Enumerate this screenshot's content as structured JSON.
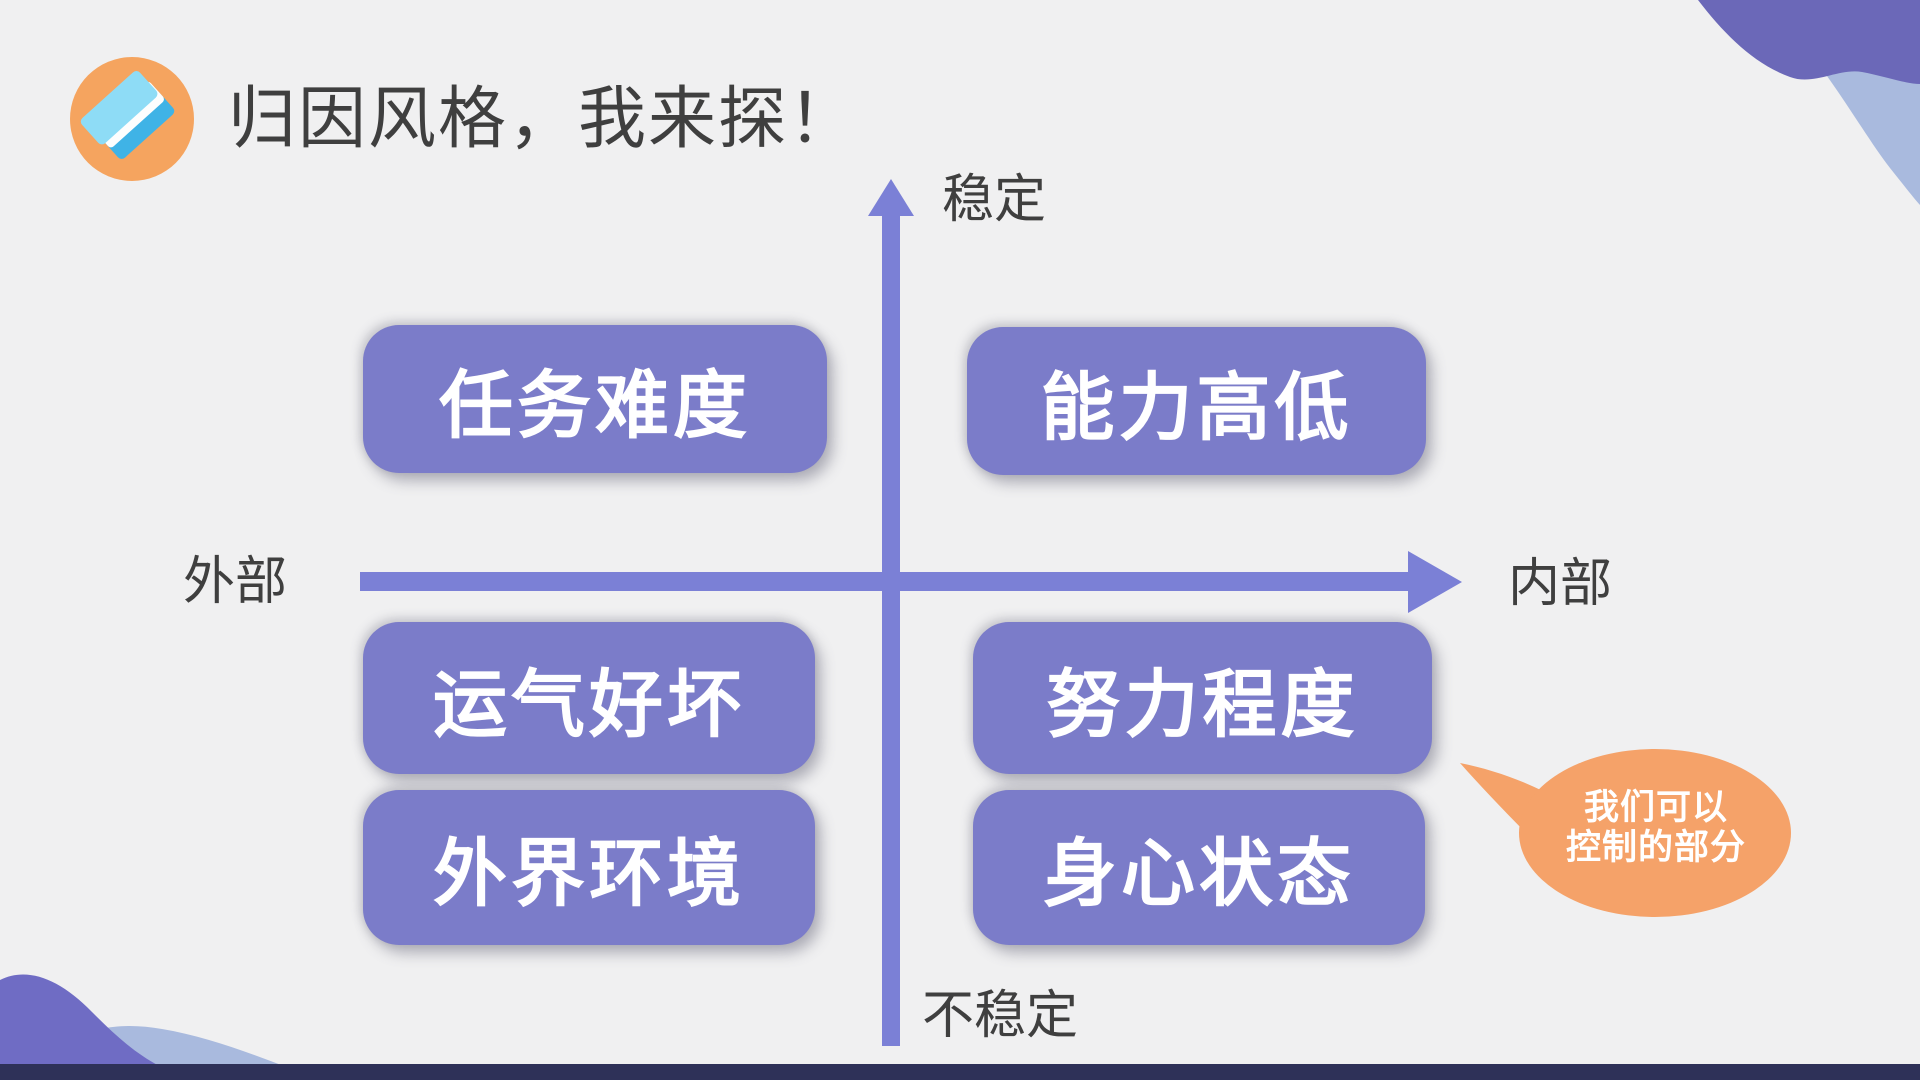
{
  "header": {
    "title": "归因风格，我来探！",
    "icon": "book-icon"
  },
  "axis": {
    "top_label": "稳定",
    "bottom_label": "不稳定",
    "left_label": "外部",
    "right_label": "内部"
  },
  "boxes": [
    {
      "label": "任务难度",
      "quadrant": "external-stable"
    },
    {
      "label": "能力高低",
      "quadrant": "internal-stable"
    },
    {
      "label": "运气好坏",
      "quadrant": "external-unstable"
    },
    {
      "label": "努力程度",
      "quadrant": "internal-unstable"
    },
    {
      "label": "外界环境",
      "quadrant": "external-unstable"
    },
    {
      "label": "身心状态",
      "quadrant": "internal-unstable"
    }
  ],
  "callout": {
    "line1": "我们可以",
    "line2": "控制的部分"
  },
  "colors": {
    "background": "#f0f0f1",
    "box_purple": "#7b7cc9",
    "axis_purple": "#7b80d6",
    "accent_orange": "#f5a45f",
    "blob_purple_dark": "#6b68b8",
    "blob_blue_light": "#a9bade",
    "footer_navy": "#2e3158",
    "text_dark": "#3f3f3f",
    "text_white": "#ffffff"
  }
}
